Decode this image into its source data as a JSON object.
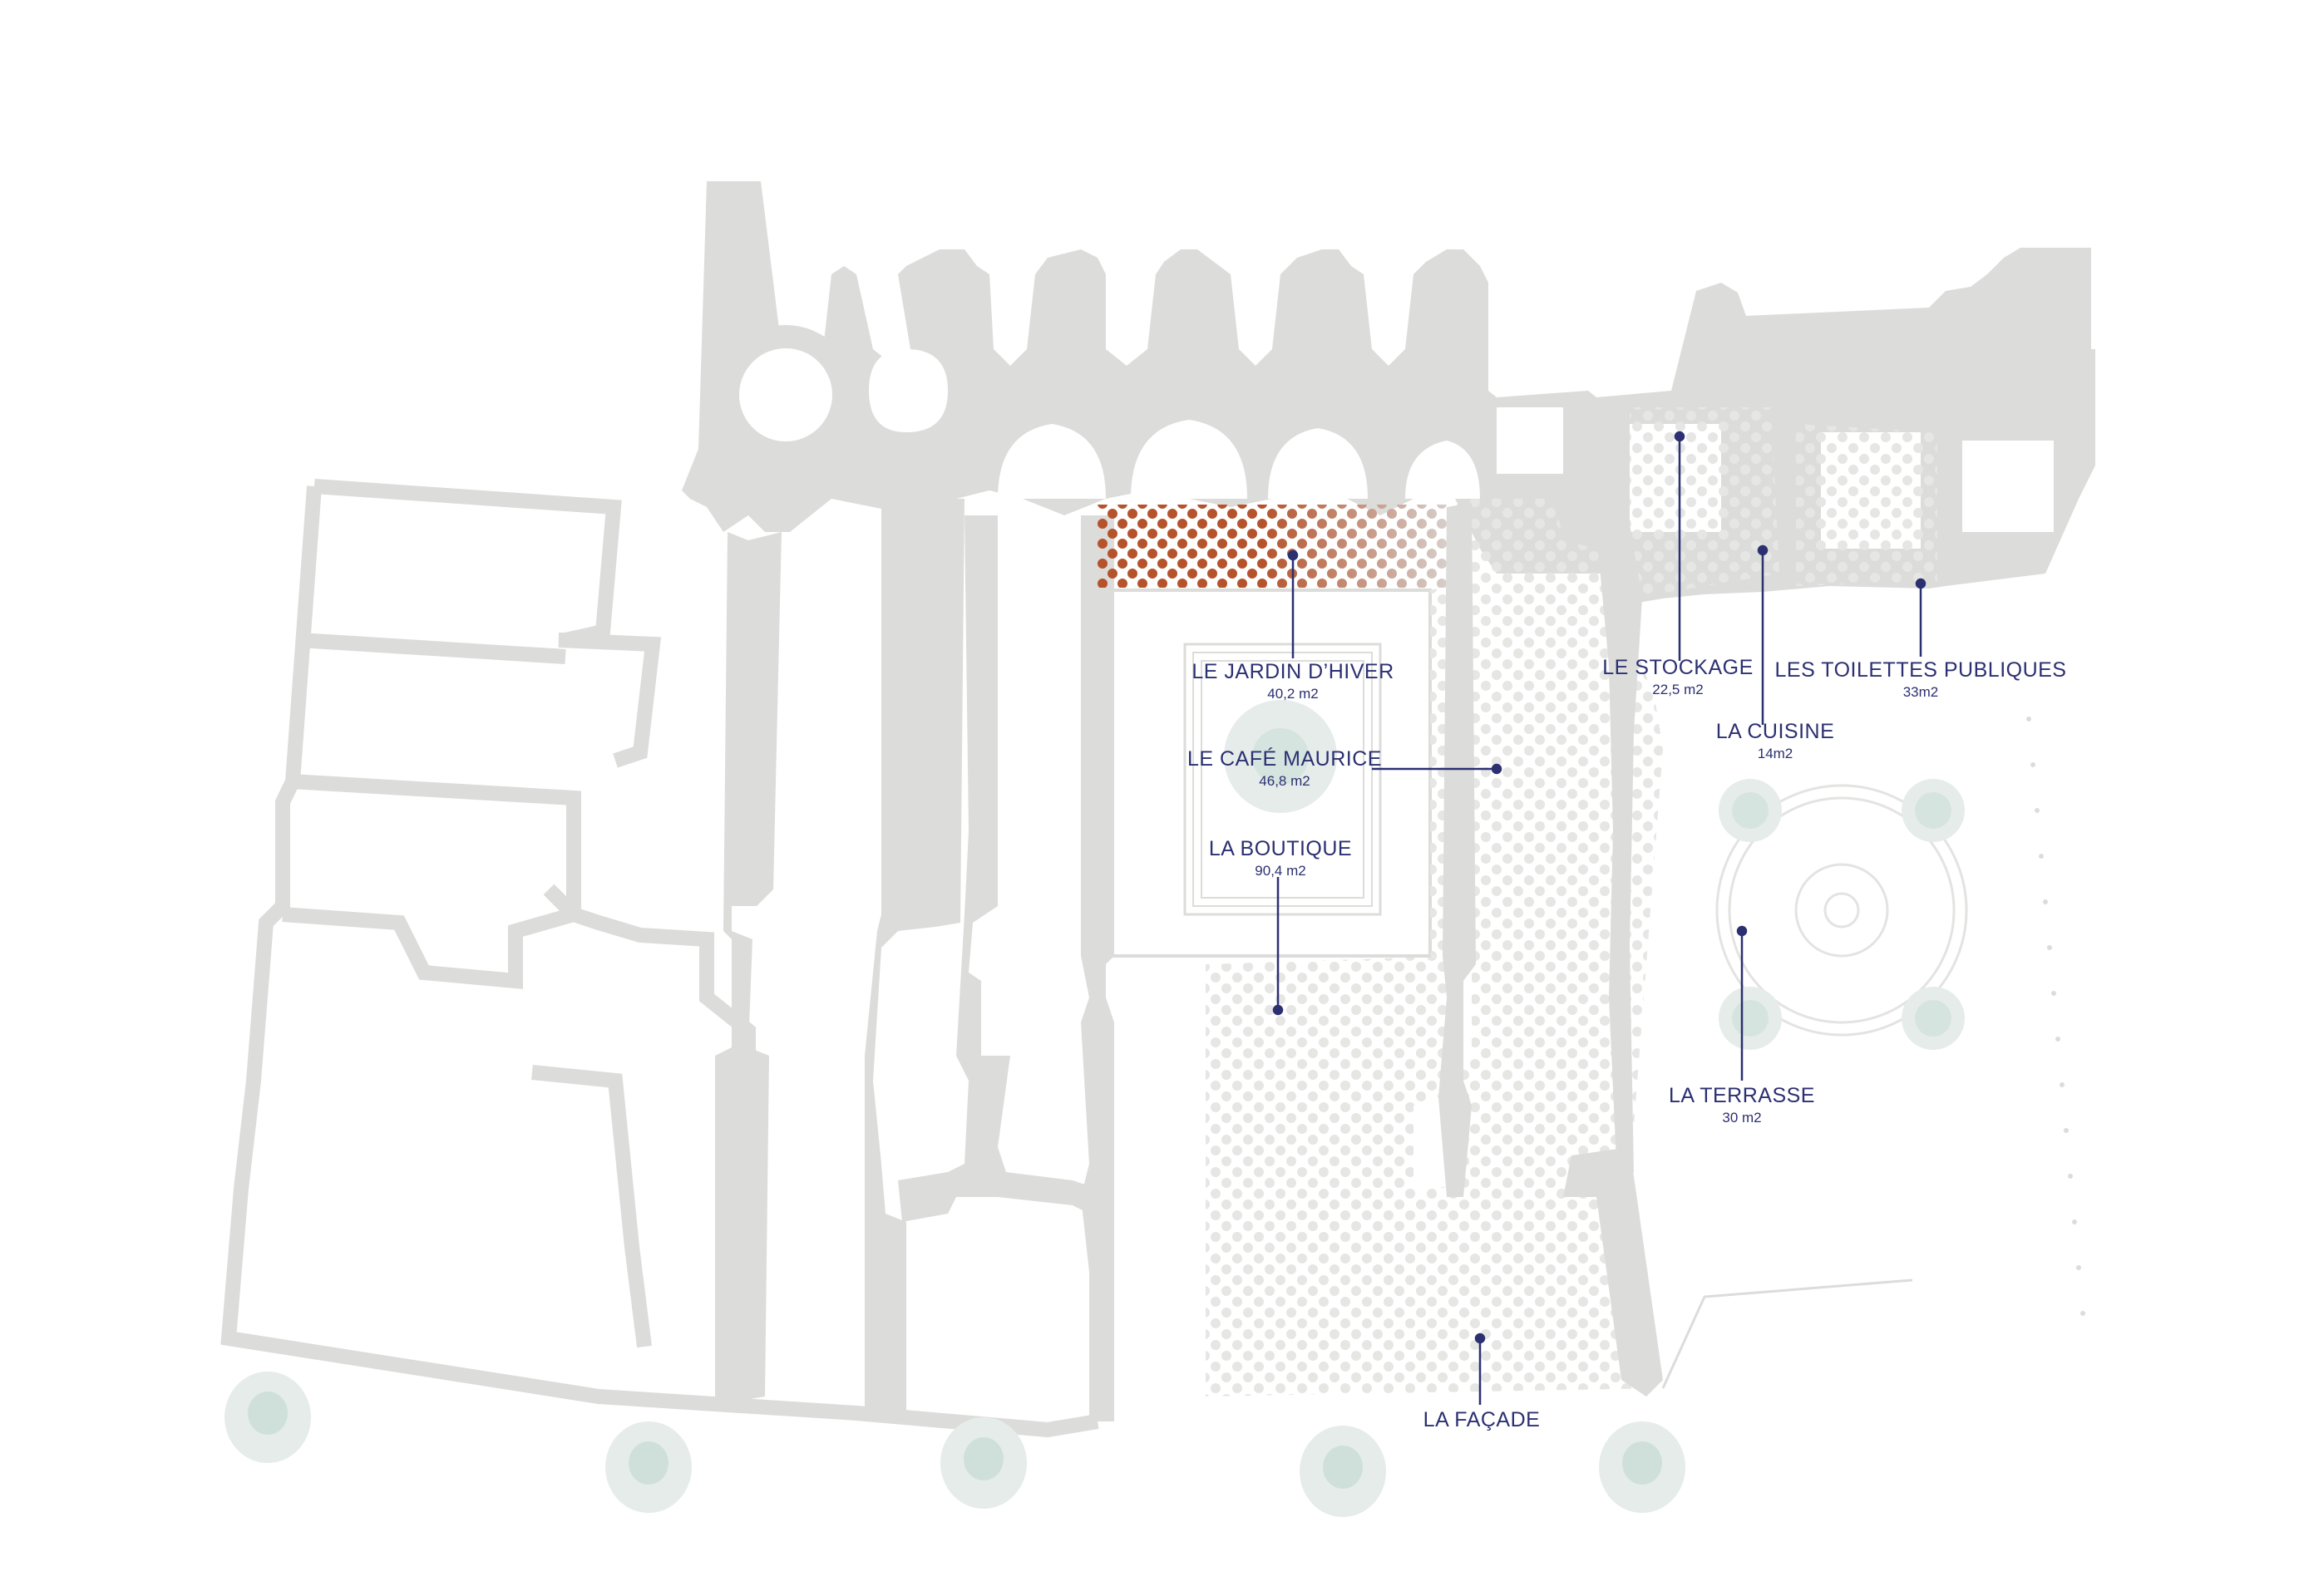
{
  "colors": {
    "wall": "#dcdcda",
    "background": "#ffffff",
    "label": "#2b3071",
    "leader": "#2b3071",
    "highlight_dots": "#b5532c",
    "zone_dots": "#e6e6e4",
    "tree": "#e6ece9",
    "tree_core": "#cfe0da"
  },
  "spaces": [
    {
      "id": "jardin",
      "name": "LE JARDIN D’HIVER",
      "area": "40,2 m2",
      "highlighted": true
    },
    {
      "id": "cafe",
      "name": "LE CAFÉ MAURICE",
      "area": "46,8 m2"
    },
    {
      "id": "boutique",
      "name": "LA BOUTIQUE",
      "area": "90,4 m2"
    },
    {
      "id": "stockage",
      "name": "LE STOCKAGE",
      "area": "22,5 m2"
    },
    {
      "id": "cuisine",
      "name": "LA CUISINE",
      "area": "14m2"
    },
    {
      "id": "toilettes",
      "name": "LES TOILETTES PUBLIQUES",
      "area": "33m2"
    },
    {
      "id": "terrasse",
      "name": "LA TERRASSE",
      "area": "30 m2"
    },
    {
      "id": "facade",
      "name": "LA FAÇADE",
      "area": ""
    }
  ]
}
